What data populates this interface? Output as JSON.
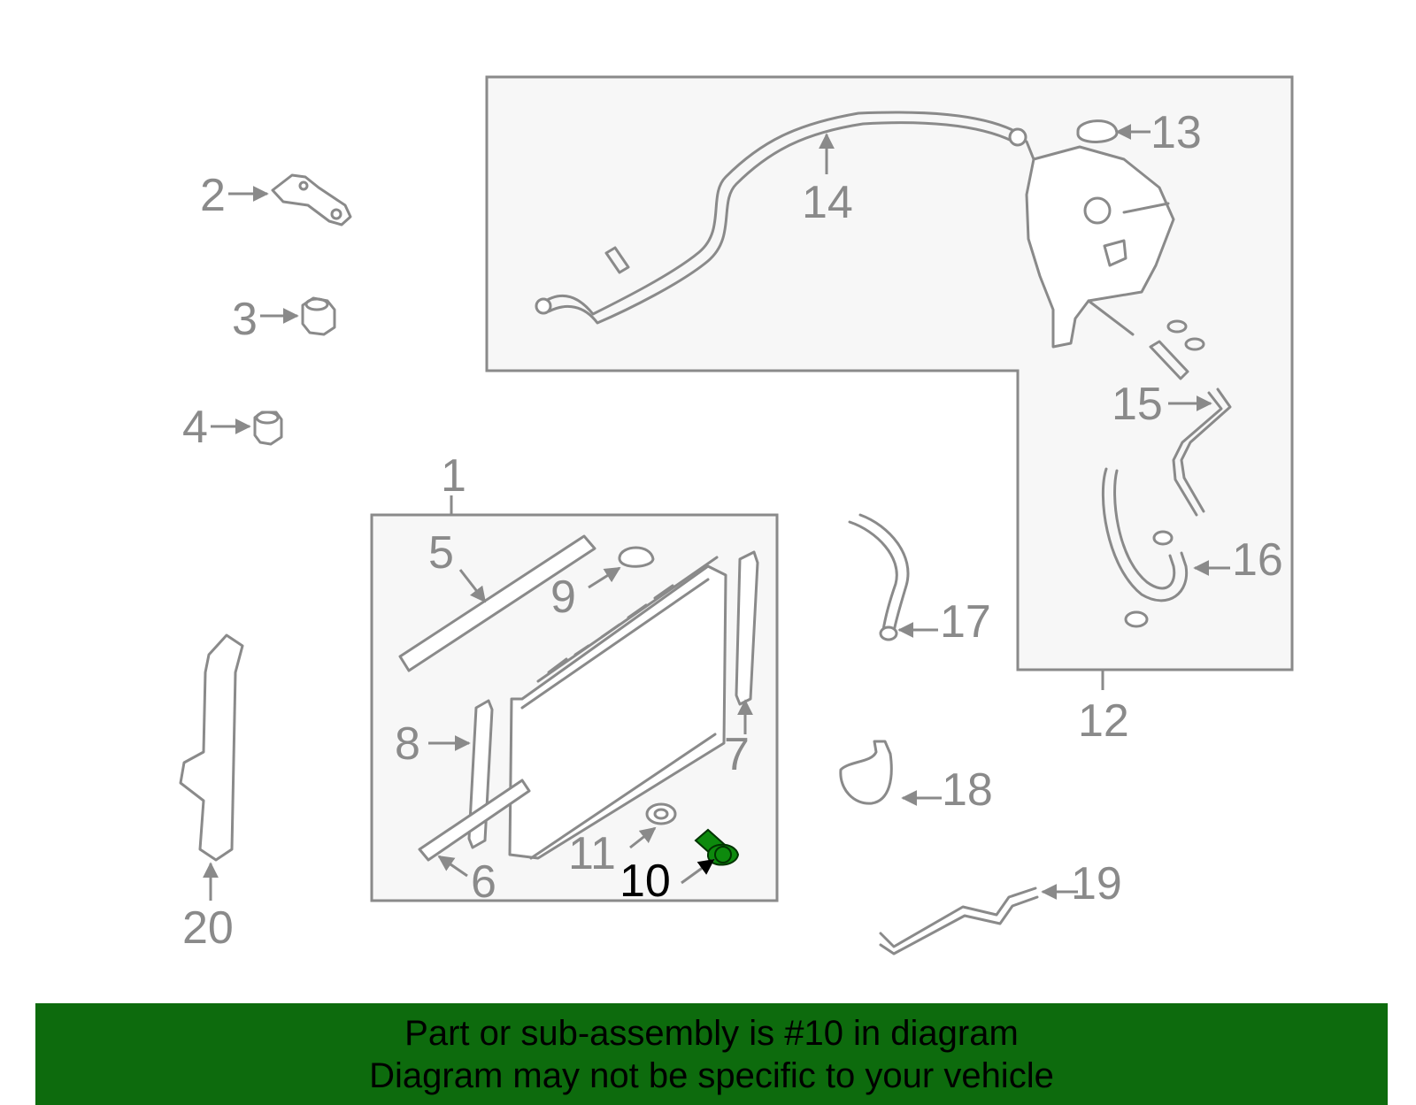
{
  "callouts": {
    "c1": "1",
    "c2": "2",
    "c3": "3",
    "c4": "4",
    "c5": "5",
    "c6": "6",
    "c7": "7",
    "c8": "8",
    "c9": "9",
    "c10": "10",
    "c11": "11",
    "c12": "12",
    "c13": "13",
    "c14": "14",
    "c15": "15",
    "c16": "16",
    "c17": "17",
    "c18": "18",
    "c19": "19",
    "c20": "20"
  },
  "highlight_part": "10",
  "colors": {
    "line": "#8a8a8a",
    "highlight": "#0d8a0d",
    "banner": "#0d6b0d"
  },
  "banner": {
    "line1": "Part or sub-assembly is #10 in diagram",
    "line2": "Diagram may not be specific to your vehicle"
  }
}
